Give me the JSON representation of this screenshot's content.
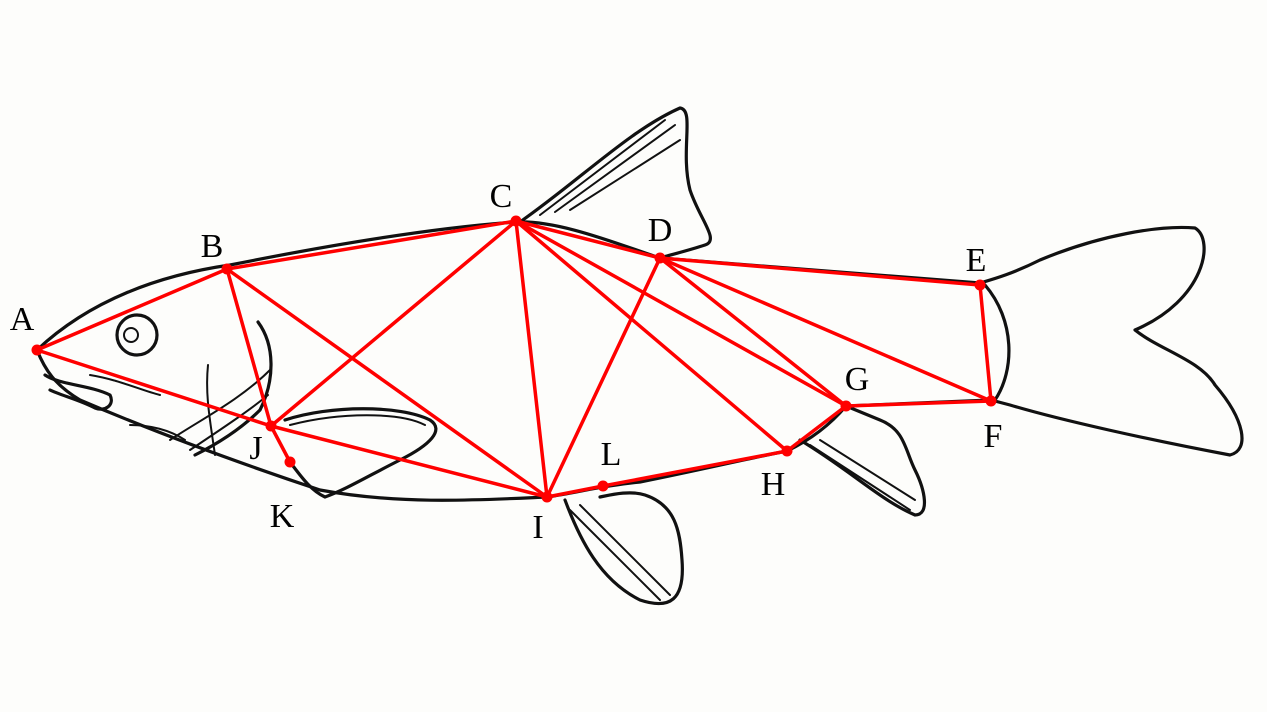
{
  "diagram": {
    "line_color": "#ff0000",
    "outline_color": "#111111",
    "landmarks": [
      "A",
      "B",
      "C",
      "D",
      "E",
      "F",
      "G",
      "H",
      "I",
      "J",
      "K",
      "L"
    ],
    "edges": [
      [
        "A",
        "B"
      ],
      [
        "A",
        "J"
      ],
      [
        "J",
        "I"
      ],
      [
        "B",
        "J"
      ],
      [
        "J",
        "K"
      ],
      [
        "J",
        "C"
      ],
      [
        "B",
        "C"
      ],
      [
        "B",
        "I"
      ],
      [
        "C",
        "I"
      ],
      [
        "C",
        "D"
      ],
      [
        "C",
        "G"
      ],
      [
        "C",
        "H"
      ],
      [
        "D",
        "I"
      ],
      [
        "D",
        "E"
      ],
      [
        "D",
        "G"
      ],
      [
        "D",
        "F"
      ],
      [
        "E",
        "F"
      ],
      [
        "G",
        "F"
      ],
      [
        "G",
        "H"
      ],
      [
        "H",
        "L"
      ],
      [
        "L",
        "I"
      ]
    ]
  }
}
